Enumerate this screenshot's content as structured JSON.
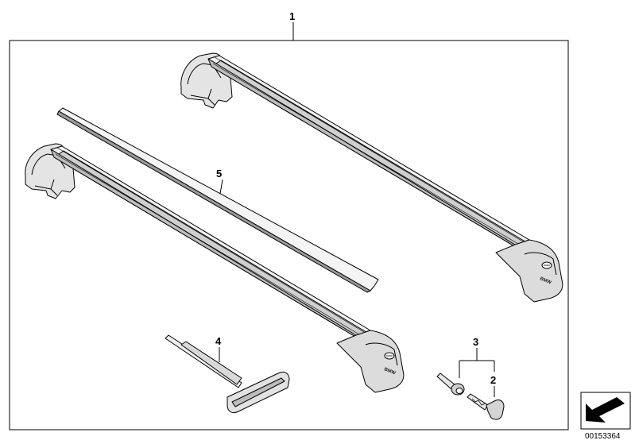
{
  "callouts": {
    "assembly": "1",
    "key": "2",
    "lock_set": "3",
    "tool": "4",
    "strip": "5"
  },
  "brand_marks": {
    "rear_bar": "BMW",
    "front_bar": "BMW"
  },
  "document_number": "00153364",
  "colors": {
    "line": "#000000",
    "bar_fill": "#e9e9e9",
    "bar_shade": "#b8b8b8",
    "foot_fill": "#d6d6d6",
    "nav_icon": "#000000"
  },
  "icons": {
    "catalog_nav": "arrow-down-left-icon"
  }
}
